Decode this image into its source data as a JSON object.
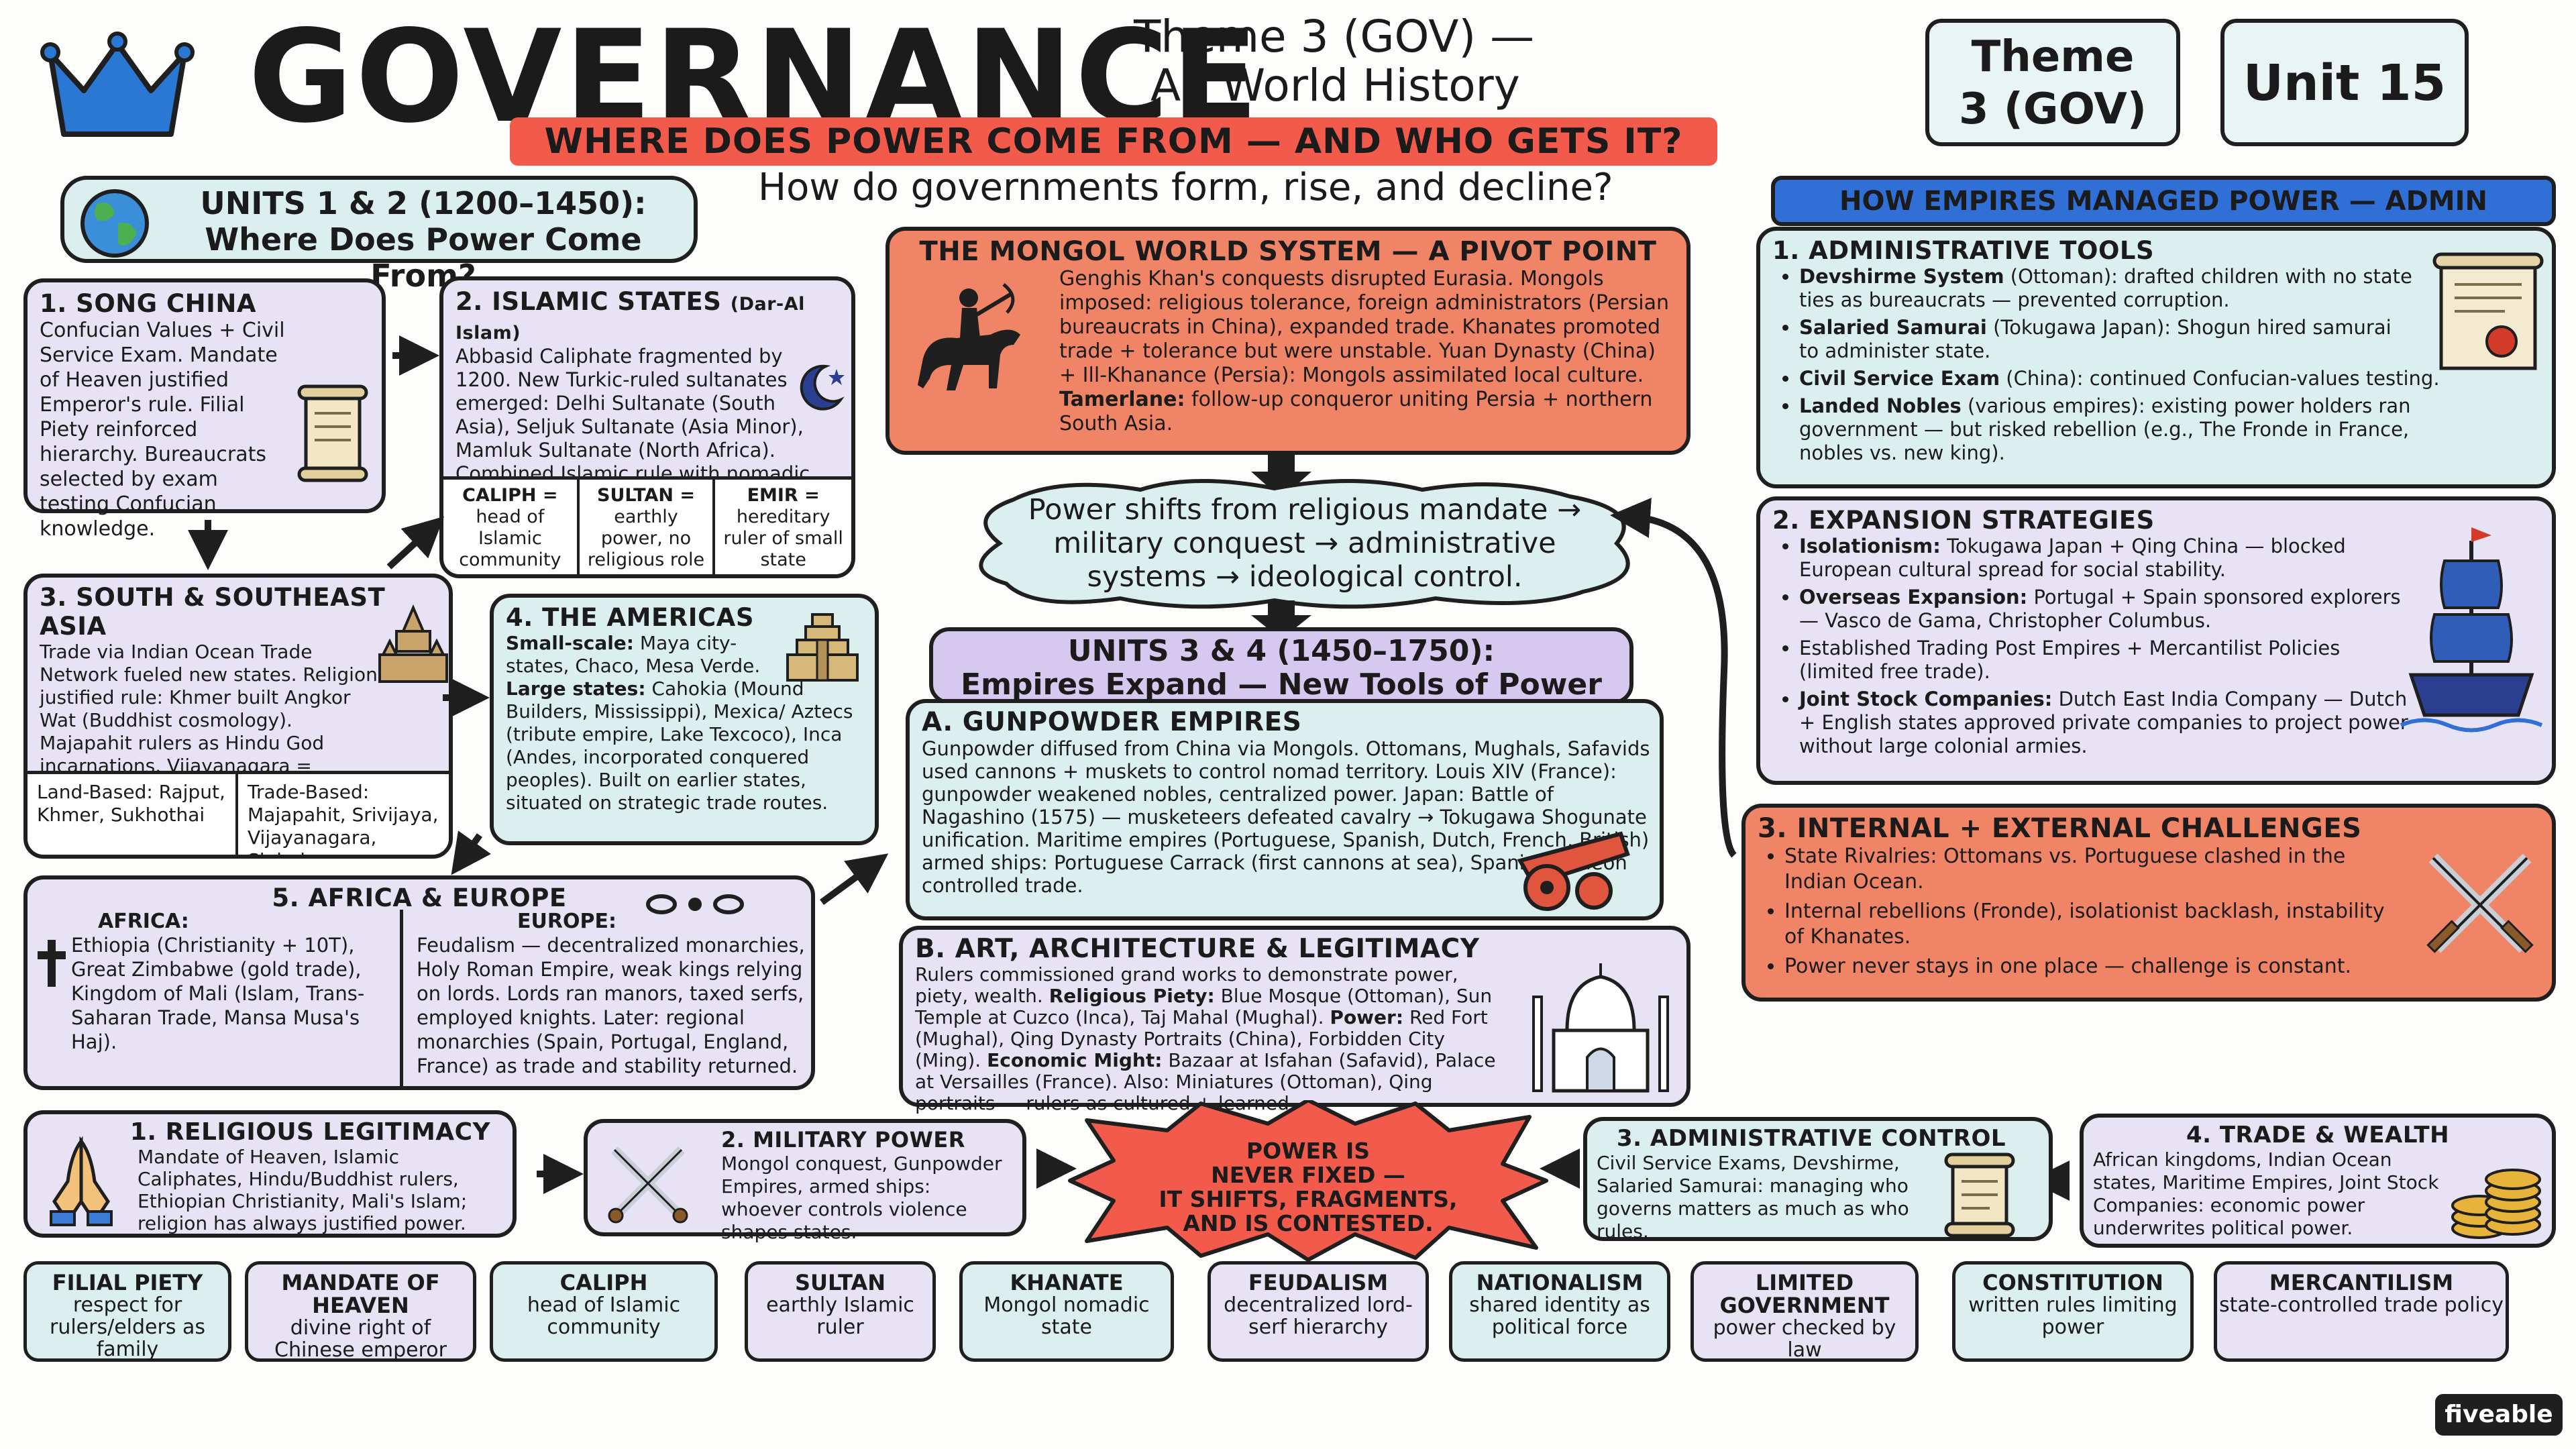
{
  "header": {
    "title": "GOVERNANCE",
    "subtitle_line1": "Theme 3 (GOV) —",
    "subtitle_line2": "AP World History",
    "banner": "WHERE DOES POWER COME FROM — AND WHO GETS IT?",
    "question": "How do governments form, rise, and decline?",
    "badge_theme": "Theme 3 (GOV)",
    "badge_unit": "Unit 15"
  },
  "units12": {
    "title_line1": "UNITS 1 & 2 (1200–1450):",
    "title_line2": "Where Does Power Come From?"
  },
  "song": {
    "title": "1. SONG CHINA",
    "body": "Confucian Values + Civil Service Exam. Mandate of Heaven justified Emperor's rule. Filial Piety reinforced hierarchy. Bureaucrats selected by exam testing Confucian knowledge."
  },
  "islamic": {
    "title": "2. ISLAMIC STATES",
    "title_small": "(Dar-Al Islam)",
    "body": "Abbasid Caliphate fragmented by 1200. New Turkic-ruled sultanates emerged: Delhi Sultanate (South Asia), Seljuk Sultanate (Asia Minor), Mamluk Sultanate (North Africa). Combined Islamic rule with nomadic traditions.",
    "cells": [
      {
        "term": "CALIPH =",
        "desc": "head of Islamic community"
      },
      {
        "term": "SULTAN =",
        "desc": "earthly power, no religious role"
      },
      {
        "term": "EMIR =",
        "desc": "hereditary ruler of small state"
      }
    ]
  },
  "ssa": {
    "title": "3. SOUTH & SOUTHEAST ASIA",
    "body": "Trade via Indian Ocean Trade Network fueled new states. Religion justified rule: Khmer built Angkor Wat (Buddhist cosmology). Majapahit rulers as Hindu God incarnations. Vijayanagara = “Upholder of Hindu Faith.”",
    "left_cell": "Land-Based: Rajput, Khmer, Sukhothai",
    "right_cell": "Trade-Based: Majapahit, Srivijaya, Vijayanagara, Sinhala"
  },
  "americas": {
    "title": "4. THE AMERICAS",
    "small_label": "Small-scale:",
    "small_text": "Maya city-states, Chaco, Mesa Verde.",
    "large_label": "Large states:",
    "large_text": "Cahokia (Mound Builders, Mississippi), Mexica/ Aztecs (tribute empire, Lake Texcoco), Inca (Andes, incorporated conquered peoples). Built on earlier states, situated on strategic trade routes."
  },
  "afeu": {
    "title": "5. AFRICA & EUROPE",
    "africa_label": "AFRICA:",
    "africa_text": "Ethiopia (Christianity + 10T), Great Zimbabwe (gold trade), Kingdom of Mali (Islam, Trans-Saharan Trade, Mansa Musa's Haj).",
    "europe_label": "EUROPE:",
    "europe_text": "Feudalism — decentralized monarchies, Holy Roman Empire, weak kings relying on lords. Lords ran manors, taxed serfs, employed knights. Later: regional monarchies (Spain, Portugal, England, France) as trade and stability returned."
  },
  "mongol": {
    "title": "THE MONGOL WORLD SYSTEM — A PIVOT POINT",
    "body_a": "Genghis Khan's conquests disrupted Eurasia. Mongols imposed: religious tolerance, foreign administrators (Persian bureaucrats in China), expanded trade. Khanates promoted trade + tolerance but were unstable. Yuan Dynasty (China) + Ill-Khanance (Persia): Mongols assimilated local culture.",
    "bold_b": "Tamerlane:",
    "body_b": "follow-up conqueror uniting Persia + northern South Asia."
  },
  "cloud": {
    "text": "Power shifts from religious mandate → military conquest → administrative systems → ideological control."
  },
  "units34": {
    "title_line1": "UNITS 3 & 4 (1450–1750):",
    "title_line2": "Empires Expand — New Tools of Power"
  },
  "gunpowder": {
    "title": "A. GUNPOWDER EMPIRES",
    "body": "Gunpowder diffused from China via Mongols. Ottomans, Mughals, Safavids used cannons + muskets to control nomad territory. Louis XIV (France): gunpowder weakened nobles, centralized power. Japan: Battle of Nagashino (1575) — musketeers defeated cavalry → Tokugawa Shogunate unification. Maritime empires (Portuguese, Spanish, Dutch, French, British) armed ships: Portuguese Carrack (first cannons at sea), Spanish Galleon controlled trade."
  },
  "art": {
    "title": "B. ART, ARCHITECTURE & LEGITIMACY",
    "body_a": "Rulers commissioned grand works to demonstrate power, piety, wealth.",
    "piety_label": "Religious Piety:",
    "piety_text": "Blue Mosque (Ottoman), Sun Temple at Cuzco (Inca), Taj Mahal (Mughal).",
    "power_label": "Power:",
    "power_text": "Red Fort (Mughal), Qing Dynasty Portraits (China), Forbidden City (Ming).",
    "econ_label": "Economic Might:",
    "econ_text": "Bazaar at Isfahan (Safavid), Palace at Versailles (France). Also: Miniatures (Ottoman), Qing portraits — rulers as cultured + learned."
  },
  "admin": {
    "banner": "HOW EMPIRES MANAGED POWER — ADMIN SYSTEMS.",
    "title": "1. ADMINISTRATIVE TOOLS",
    "items": [
      {
        "bold": "Devshirme System",
        "text": " (Ottoman): drafted children with no state ties as bureaucrats — prevented corruption."
      },
      {
        "bold": "Salaried Samurai",
        "text": " (Tokugawa Japan): Shogun hired samurai to administer state."
      },
      {
        "bold": "Civil Service Exam",
        "text": " (China): continued Confucian-values testing."
      },
      {
        "bold": "Landed Nobles",
        "text": " (various empires): existing power holders ran government — but risked rebellion (e.g., The Fronde in France, nobles vs. new king)."
      }
    ]
  },
  "expansion": {
    "title": "2. EXPANSION STRATEGIES",
    "items": [
      {
        "bold": "Isolationism:",
        "text": " Tokugawa Japan + Qing China — blocked European cultural spread for social stability."
      },
      {
        "bold": "Overseas Expansion:",
        "text": " Portugal + Spain sponsored explorers — Vasco de Gama, Christopher Columbus."
      },
      {
        "bold": "",
        "text": "Established Trading Post Empires + Mercantilist Policies (limited free trade)."
      },
      {
        "bold": "Joint Stock Companies:",
        "text": " Dutch East India Company — Dutch + English states approved private companies to project power without large colonial armies."
      }
    ]
  },
  "challenges": {
    "title": "3. INTERNAL + EXTERNAL CHALLENGES",
    "items": [
      {
        "text": "State Rivalries: Ottomans vs. Portuguese clashed in the Indian Ocean."
      },
      {
        "text": "Internal rebellions (Fronde), isolationist backlash, instability of Khanates."
      },
      {
        "text": "Power never stays in one place — challenge is constant."
      }
    ]
  },
  "bottom": {
    "religious": {
      "title": "1. RELIGIOUS LEGITIMACY",
      "body": "Mandate of Heaven, Islamic Caliphates, Hindu/Buddhist rulers, Ethiopian Christianity, Mali's Islam; religion has always justified power."
    },
    "military": {
      "title": "2. MILITARY POWER",
      "body": "Mongol conquest, Gunpowder Empires, armed ships: whoever controls violence shapes states."
    },
    "burst": {
      "line1": "POWER IS",
      "line2": "NEVER FIXED —",
      "line3": "IT SHIFTS, FRAGMENTS,",
      "line4": "AND IS CONTESTED."
    },
    "admin": {
      "title": "3. ADMINISTRATIVE CONTROL",
      "body": "Civil Service Exams, Devshirme, Salaried Samurai: managing who governs matters as much as who rules."
    },
    "trade": {
      "title": "4. TRADE & WEALTH",
      "body": "African kingdoms, Indian Ocean states, Maritime Empires, Joint Stock Companies: economic power underwrites political power."
    }
  },
  "glossary": [
    {
      "term": "FILIAL PIETY",
      "def": "respect for rulers/elders as family"
    },
    {
      "term": "MANDATE OF HEAVEN",
      "def": "divine right of Chinese emperor"
    },
    {
      "term": "CALIPH",
      "def": "head of Islamic community"
    },
    {
      "term": "SULTAN",
      "def": "earthly Islamic ruler"
    },
    {
      "term": "KHANATE",
      "def": "Mongol nomadic state"
    },
    {
      "term": "FEUDALISM",
      "def": "decentralized lord-serf hierarchy"
    },
    {
      "term": "NATIONALISM",
      "def": "shared identity as political force"
    },
    {
      "term": "LIMITED GOVERNMENT",
      "def": "power checked by law"
    },
    {
      "term": "CONSTITUTION",
      "def": "written rules limiting power"
    },
    {
      "term": "MERCANTILISM",
      "def": "state-controlled trade policy"
    }
  ],
  "brand": "fiveable",
  "colors": {
    "lavender": "#e8e2f5",
    "cyan": "#dcefef",
    "orange": "#f08466",
    "blue_banner": "#2f6fd6",
    "red_banner": "#f25b4b"
  }
}
